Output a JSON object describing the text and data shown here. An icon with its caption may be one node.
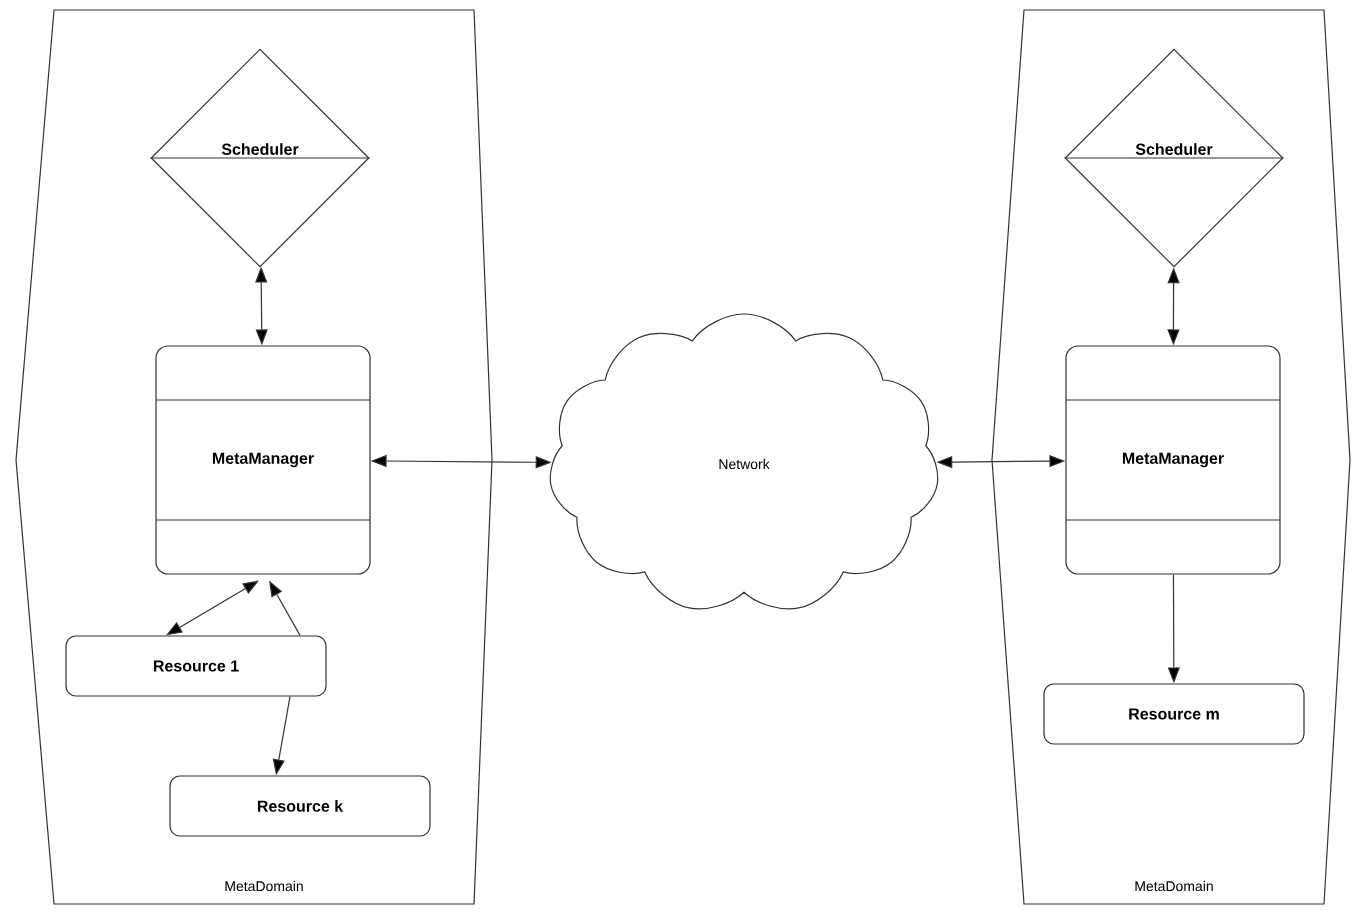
{
  "diagram": {
    "nodes": [
      {
        "text": [
          "MetaDomain"
        ]
      },
      {
        "text": [
          "Scheduler"
        ],
        "in": 0
      },
      {
        "text": [
          "MetaManager"
        ],
        "in": 0
      },
      {
        "text": [
          "Resource 1"
        ],
        "in": 0
      },
      {
        "text": [
          "Resource k"
        ],
        "in": 0
      },
      {
        "text": [
          "Network"
        ]
      },
      {
        "text": [
          "MetaDomain"
        ]
      },
      {
        "text": [
          "Scheduler"
        ],
        "in": 6
      },
      {
        "text": [
          "MetaManager"
        ],
        "in": 6
      },
      {
        "text": [
          "Resource m"
        ],
        "in": 6
      }
    ],
    "edges": [
      {
        "from": 1,
        "to": 2,
        "arrow": "both"
      },
      {
        "from": 2,
        "to": 3,
        "arrow": "both"
      },
      {
        "from": 3,
        "to": 2,
        "arrow": "to"
      },
      {
        "from": 3,
        "to": 4,
        "arrow": "to"
      },
      {
        "from": 2,
        "to": 5,
        "arrow": "both"
      },
      {
        "from": 5,
        "to": 8,
        "arrow": "both"
      },
      {
        "from": 7,
        "to": 8,
        "arrow": "both"
      },
      {
        "from": 8,
        "to": 9,
        "arrow": "to"
      }
    ]
  }
}
